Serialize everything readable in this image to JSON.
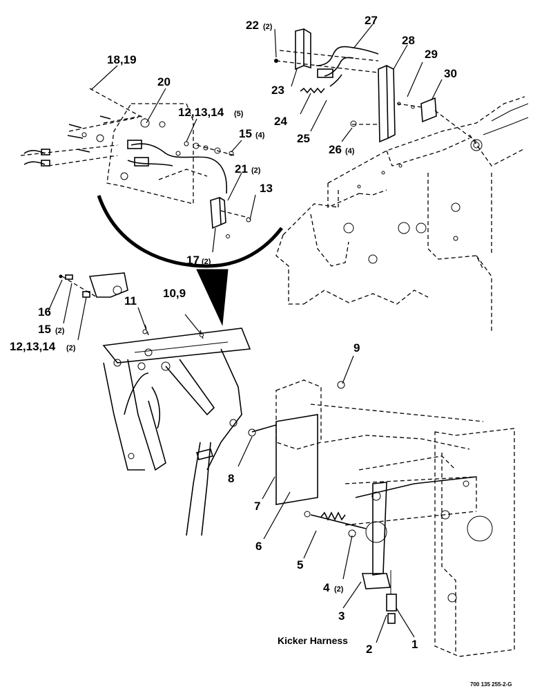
{
  "callouts": {
    "c1": "1",
    "c2": "2",
    "c3": "3",
    "c4": "4",
    "c4_qty": "(2)",
    "c5": "5",
    "c6": "6",
    "c7": "7",
    "c8": "8",
    "c9": "9",
    "c10_9": "10,9",
    "c11": "11",
    "c12_13_14_a": "12,13,14",
    "c12_13_14_a_qty": "(5)",
    "c12_13_14_b": "12,13,14",
    "c12_13_14_b_qty": "(2)",
    "c13": "13",
    "c15_a": "15",
    "c15_a_qty": "(4)",
    "c15_b": "15",
    "c15_b_qty": "(2)",
    "c16": "16",
    "c17": "17",
    "c17_qty": "(2)",
    "c18_19": "18,19",
    "c20": "20",
    "c21": "21",
    "c21_qty": "(2)",
    "c22": "22",
    "c22_qty": "(2)",
    "c23": "23",
    "c24": "24",
    "c25": "25",
    "c26": "26",
    "c26_qty": "(4)",
    "c27": "27",
    "c28": "28",
    "c29": "29",
    "c30": "30"
  },
  "labels": {
    "kicker_harness": "Kicker Harness",
    "drawing_number": "700 135 255-2-G"
  }
}
